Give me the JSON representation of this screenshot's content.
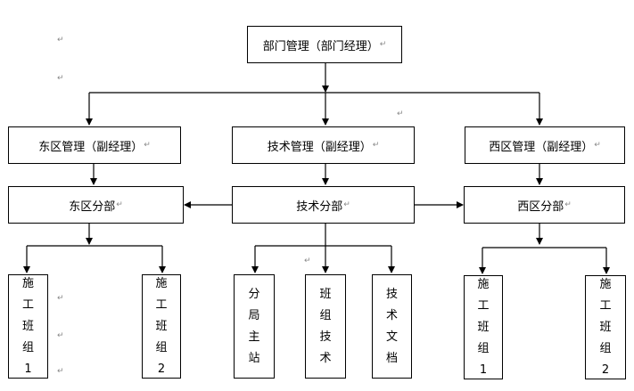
{
  "diagram": {
    "top": {
      "label": "部门管理（部门经理）"
    },
    "managers": [
      {
        "label": "东区管理（副经理）"
      },
      {
        "label": "技术管理（副经理）"
      },
      {
        "label": "西区管理（副经理）"
      }
    ],
    "branches": [
      {
        "label": "东区分部"
      },
      {
        "label": "技术分部"
      },
      {
        "label": "西区分部"
      }
    ],
    "leaves": [
      {
        "chars": [
          "施",
          "工",
          "班",
          "组",
          "1"
        ]
      },
      {
        "chars": [
          "施",
          "工",
          "班",
          "组",
          "2"
        ]
      },
      {
        "chars": [
          "分",
          "局",
          "主",
          "站"
        ]
      },
      {
        "chars": [
          "班",
          "组",
          "技",
          "术"
        ]
      },
      {
        "chars": [
          "技",
          "术",
          "文",
          "档"
        ]
      },
      {
        "chars": [
          "施",
          "工",
          "班",
          "组",
          "1"
        ]
      },
      {
        "chars": [
          "施",
          "工",
          "班",
          "组",
          "2"
        ]
      }
    ],
    "paragraph_mark": "↵"
  }
}
